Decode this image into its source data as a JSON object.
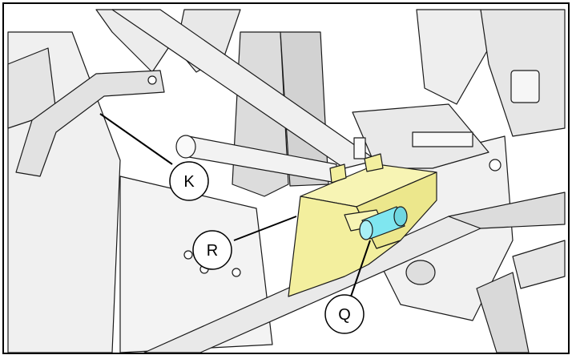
{
  "callouts": {
    "k": "K",
    "r": "R",
    "q": "Q"
  },
  "colors": {
    "bracket": "#f3ef9e",
    "connector": "#7fe6f0",
    "line": "#000000",
    "shade": "#d8d8d8",
    "frame": "#eeeeee"
  }
}
